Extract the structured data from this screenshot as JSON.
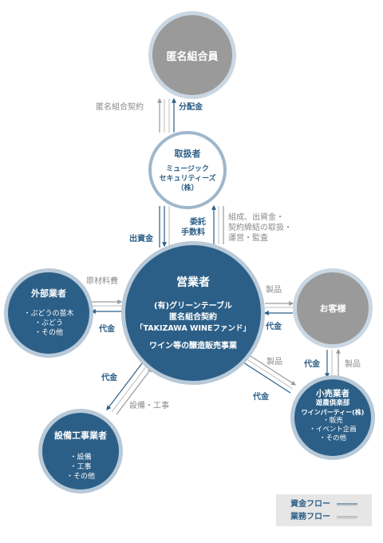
{
  "nodes": {
    "anon_member": {
      "title": "匿名組合員"
    },
    "handler": {
      "title": "取扱者",
      "lines": [
        "ミュージック",
        "セキュリティーズ",
        "（株）"
      ]
    },
    "operator": {
      "title": "営業者",
      "lines": [
        "(有)グリーンテーブル",
        "匿名組合契約",
        "「TAKIZAWA WINEファンド」",
        "ワイン等の醸造販売事業"
      ]
    },
    "external": {
      "title": "外部業者",
      "items": [
        "・ぶどうの苗木",
        "・ぶどう",
        "・その他"
      ]
    },
    "customer": {
      "title": "お客様"
    },
    "equipment": {
      "title": "設備工事業者",
      "items": [
        "・設備",
        "・工事",
        "・その他"
      ]
    },
    "retailer": {
      "title": "小売業者",
      "lines": [
        "遊農倶楽部",
        "ワインパーティー(株)"
      ],
      "items": [
        "・販売",
        "・イベント企画",
        "・その他"
      ]
    }
  },
  "flow_labels": {
    "anon_contract": "匿名組合契約",
    "distribution": "分配金",
    "investment": "出資金",
    "commission_1": "委託",
    "commission_2": "手数料",
    "handling_1": "組成、出資金・",
    "handling_2": "契約締結の取扱・",
    "handling_3": "運営・監査",
    "material_cost": "原材料費",
    "price_external": "代金",
    "product_customer": "製品",
    "price_customer": "代金",
    "price_equipment": "代金",
    "equipment_work": "設備・工事",
    "product_retailer": "製品",
    "price_retailer": "代金",
    "price_ret_up": "代金",
    "product_ret_up": "製品"
  },
  "legend": {
    "money": "資金フロー",
    "business": "業務フロー"
  },
  "colors": {
    "money": "#2c5f87",
    "business": "#9a9a9a",
    "node_blue": "#2c5f87",
    "node_gray": "#9a9a9a"
  }
}
